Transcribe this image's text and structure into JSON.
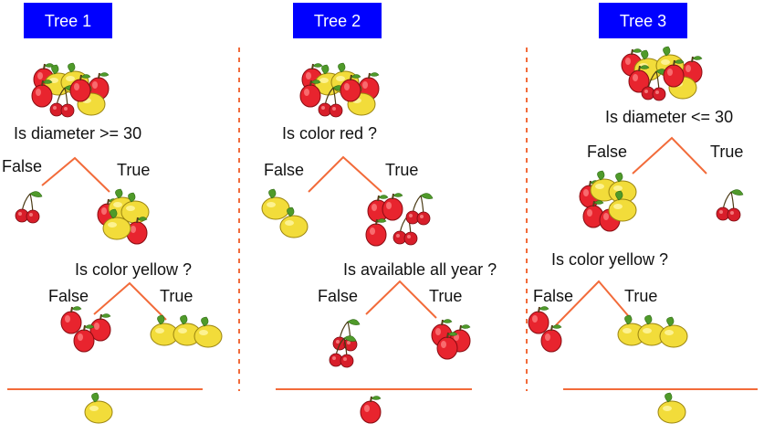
{
  "colors": {
    "title_bg": "#0000ff",
    "title_text": "#ffffff",
    "branch": "#f26b3a",
    "separator": "#f26b3a",
    "apple": "#e8242e",
    "cherry": "#d81e2a",
    "lemon": "#f2dc3a",
    "leaf": "#4f9a2a"
  },
  "trees": [
    {
      "title": "Tree 1",
      "question_1": "Is diameter >= 30",
      "false_1": "False",
      "true_1": "True",
      "question_2": "Is color yellow ?",
      "false_2": "False",
      "true_2": "True",
      "prediction_icon": "lemon-icon"
    },
    {
      "title": "Tree 2",
      "question_1": "Is color red ?",
      "false_1": "False",
      "true_1": "True",
      "question_2": "Is available all year ?",
      "false_2": "False",
      "true_2": "True",
      "prediction_icon": "apple-icon"
    },
    {
      "title": "Tree 3",
      "question_1": "Is diameter <= 30",
      "false_1": "False",
      "true_1": "True",
      "question_2": "Is color yellow ?",
      "false_2": "False",
      "true_2": "True",
      "prediction_icon": "lemon-icon"
    }
  ]
}
